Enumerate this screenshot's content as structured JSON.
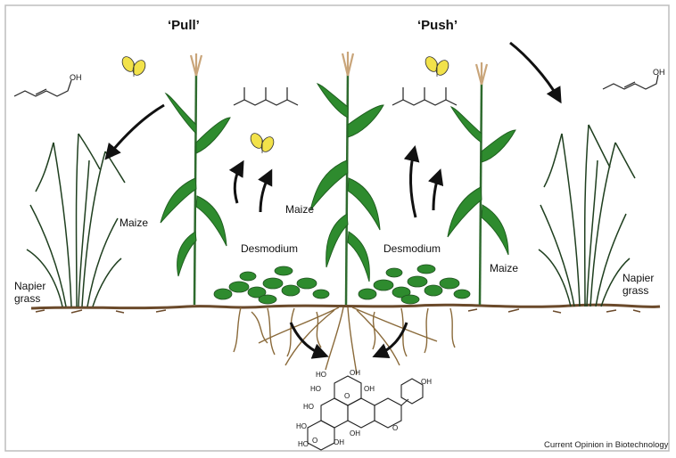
{
  "titles": {
    "pull": "‘Pull’",
    "push": "‘Push’"
  },
  "labels": {
    "napier_left": "Napier\ngrass",
    "napier_right": "Napier\ngrass",
    "maize_left": "Maize",
    "maize_center": "Maize",
    "maize_right": "Maize",
    "desmodium_left": "Desmodium",
    "desmodium_right": "Desmodium"
  },
  "chem_labels": {
    "oh_left": "OH",
    "oh_right": "OH",
    "flavonoid_oh": "OH",
    "ho_1": "HO",
    "ho_2": "HO",
    "ho_3": "HO",
    "ho_4": "HO",
    "ho_5": "HO",
    "oh_6": "OH",
    "oh_7": "OH",
    "oh_8": "OH",
    "oh_9": "OH",
    "o_1": "O",
    "o_2": "O",
    "o_3": "O"
  },
  "credit": "Current Opinion in Biotechnology",
  "colors": {
    "leaf": "#2e8b2e",
    "leaf_dark": "#1f5f1f",
    "soil": "#6b4a2b",
    "root": "#8a6a3a",
    "moth": "#f2e24a",
    "tassel": "#c9a57a",
    "border": "#bdbdbd"
  }
}
